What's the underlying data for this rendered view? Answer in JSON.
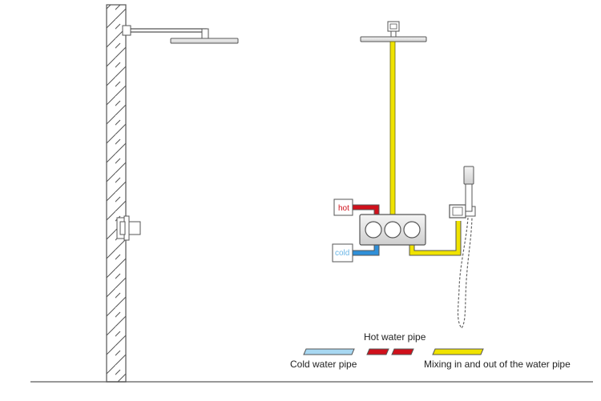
{
  "labels": {
    "hot_tag": "hot",
    "cold_tag": "cold"
  },
  "legend": {
    "hot": "Hot water pipe",
    "cold": "Cold water pipe",
    "mix": "Mixing in and out of the water pipe"
  },
  "colors": {
    "hot_pipe": "#d0101b",
    "cold_pipe": "#2f8fd8",
    "cold_legend": "#a8d8f2",
    "mix_pipe": "#f0e300",
    "outline": "#555555",
    "wall_fill": "#ffffff",
    "hatch": "#555555"
  }
}
